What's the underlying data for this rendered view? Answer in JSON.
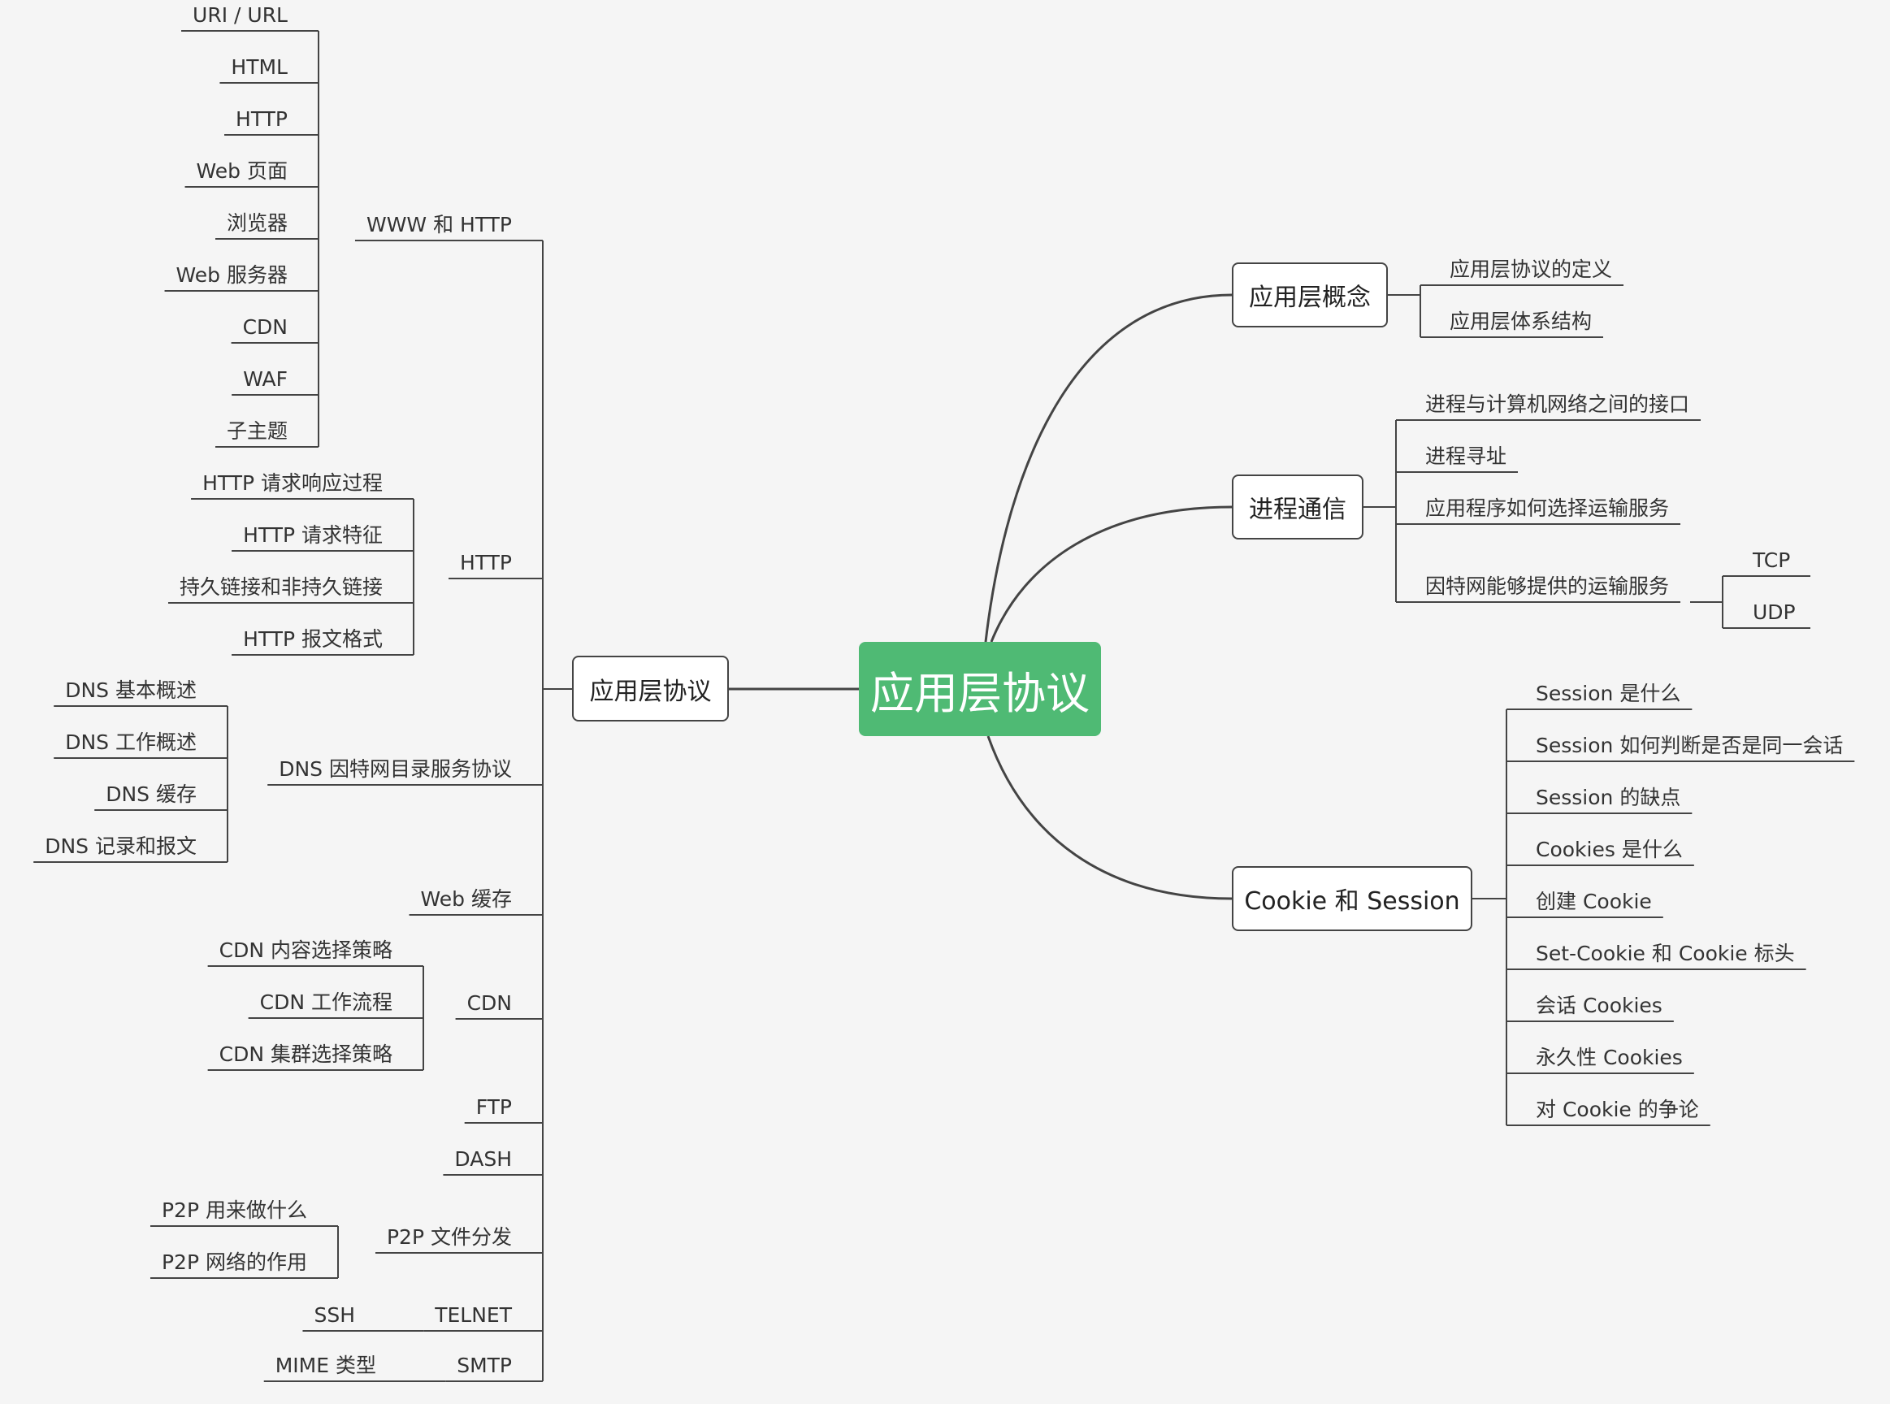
{
  "root": "应用层协议",
  "left": {
    "label": "应用层协议",
    "branches": [
      {
        "label": "WWW 和 HTTP",
        "children": [
          "URI / URL",
          "HTML",
          "HTTP",
          "Web 页面",
          "浏览器",
          "Web 服务器",
          "CDN",
          "WAF",
          "子主题"
        ]
      },
      {
        "label": "HTTP",
        "children": [
          "HTTP 请求响应过程",
          "HTTP 请求特征",
          "持久链接和非持久链接",
          "HTTP 报文格式"
        ]
      },
      {
        "label": "DNS 因特网目录服务协议",
        "children": [
          "DNS 基本概述",
          "DNS 工作概述",
          "DNS 缓存",
          "DNS 记录和报文"
        ]
      },
      {
        "label": "Web 缓存",
        "children": []
      },
      {
        "label": "CDN",
        "children": [
          "CDN 内容选择策略",
          "CDN 工作流程",
          "CDN 集群选择策略"
        ]
      },
      {
        "label": "FTP",
        "children": []
      },
      {
        "label": "DASH",
        "children": []
      },
      {
        "label": "P2P 文件分发",
        "children": [
          "P2P 用来做什么",
          "P2P 网络的作用"
        ]
      },
      {
        "label": "TELNET",
        "children": [
          "SSH"
        ]
      },
      {
        "label": "SMTP",
        "children": [
          "MIME 类型"
        ]
      }
    ]
  },
  "right": [
    {
      "label": "应用层概念",
      "children": [
        "应用层协议的定义",
        "应用层体系结构"
      ]
    },
    {
      "label": "进程通信",
      "children": [
        "进程与计算机网络之间的接口",
        "进程寻址",
        "应用程序如何选择运输服务",
        "因特网能够提供的运输服务"
      ],
      "sub": [
        "TCP",
        "UDP"
      ]
    },
    {
      "label": "Cookie 和 Session",
      "children": [
        "Session 是什么",
        "Session 如何判断是否是同一会话",
        "Session 的缺点",
        "Cookies 是什么",
        "创建 Cookie",
        "Set-Cookie 和 Cookie 标头",
        "会话 Cookies",
        "永久性 Cookies",
        "对 Cookie 的争论"
      ]
    }
  ],
  "colors": {
    "root": "#4fba74",
    "line": "#444444",
    "background": "#f5f5f5"
  }
}
